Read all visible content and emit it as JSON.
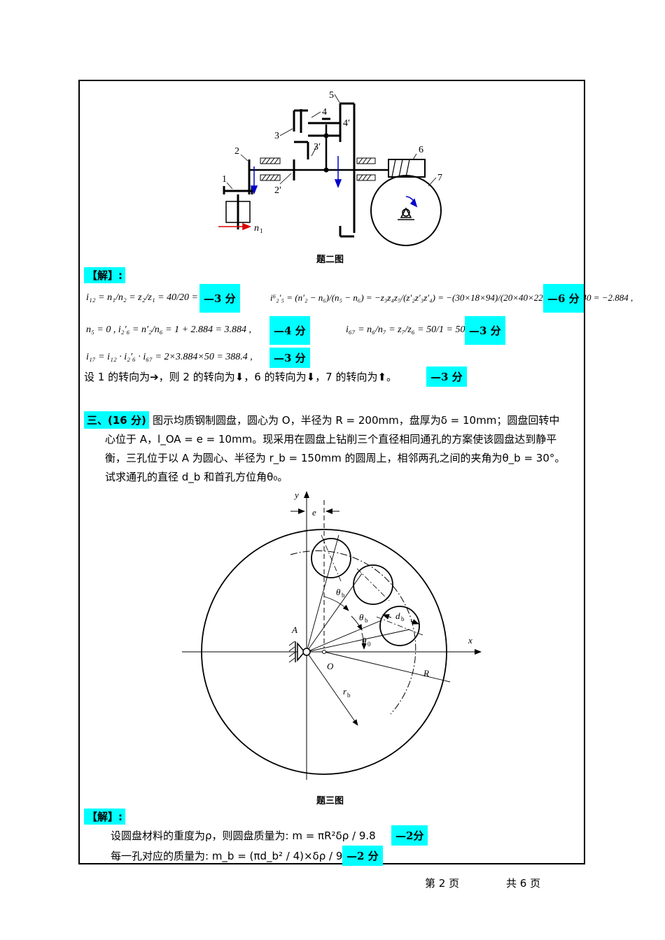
{
  "fig2": {
    "caption": "题二图",
    "labels": {
      "g1": "1",
      "g2": "2",
      "g2p": "2′",
      "g3": "3",
      "g3p": "3′",
      "g4": "4",
      "g4p": "4′",
      "g5": "5",
      "g6": "6",
      "g7": "7",
      "n1": "n",
      "n1_sub": "1"
    }
  },
  "sol2": {
    "header": "【解】:",
    "eq1": "i₁₂ = n₁/n₂ = z₂/z₁ = 40/20 = 2 ,",
    "score1": "—3 分",
    "eq2": "i⁶₂′₅ = (n′₂ − n₆)/(n₅ − n₆) = −z₃z₄z₅/(z′₂z′₃z′₄) = −(30×18×94)/(20×40×22) = 1269/440 = −2.884 ,",
    "score2": "—6 分",
    "eq3": "n₅ = 0 ,   i₂′₆ = n′₂/n₆ = 1 + 2.884 = 3.884 ,",
    "score3": "—4 分",
    "eq4": "i₆₇ = n₆/n₇ = z₇/z₆ = 50/1 = 50 ,",
    "score4": "—3 分",
    "eq5": "i₁₇ = i₁₂ · i₂′₆ · i₆₇ = 2×3.884×50 = 388.4 ,",
    "score5": "—3 分",
    "direction": "设 1 的转向为➔，则 2 的转向为⬇，6 的转向为⬇，7 的转向为⬆。",
    "score6": "—3 分"
  },
  "q3": {
    "label": "三、(16 分)",
    "line1": "图示均质钢制圆盘，圆心为 O，半径为 R = 200mm，盘厚为δ = 10mm；圆盘回转中",
    "line2": "心位于 A，l_OA = e = 10mm。现采用在圆盘上钻削三个直径相同通孔的方案使该圆盘达到静平",
    "line3": "衡，三孔位于以 A 为圆心、半径为 r_b = 150mm 的圆周上，相邻两孔之间的夹角为θ_b = 30°。",
    "line4": "试求通孔的直径 d_b 和首孔方位角θ₀。"
  },
  "fig3": {
    "caption": "题三图",
    "labels": {
      "y": "y",
      "x": "x",
      "e": "e",
      "A": "A",
      "O": "O",
      "R": "R",
      "rb": "r",
      "rb_sub": "b",
      "theta": "θ",
      "theta_b_sub": "b",
      "theta0_sub": "0",
      "db": "d",
      "db_sub": "b"
    }
  },
  "sol3": {
    "header": "【解】:",
    "line1": "设圆盘材料的重度为ρ，则圆盘质量为:  m = πR²δρ / 9.8",
    "score1": "—2分",
    "line2": "每一孔对应的质量为:  m_b = (πd_b² / 4)×δρ / 9.8)",
    "score2": "—2 分"
  },
  "footer": {
    "page": "第  2  页",
    "total": "共  6  页"
  }
}
